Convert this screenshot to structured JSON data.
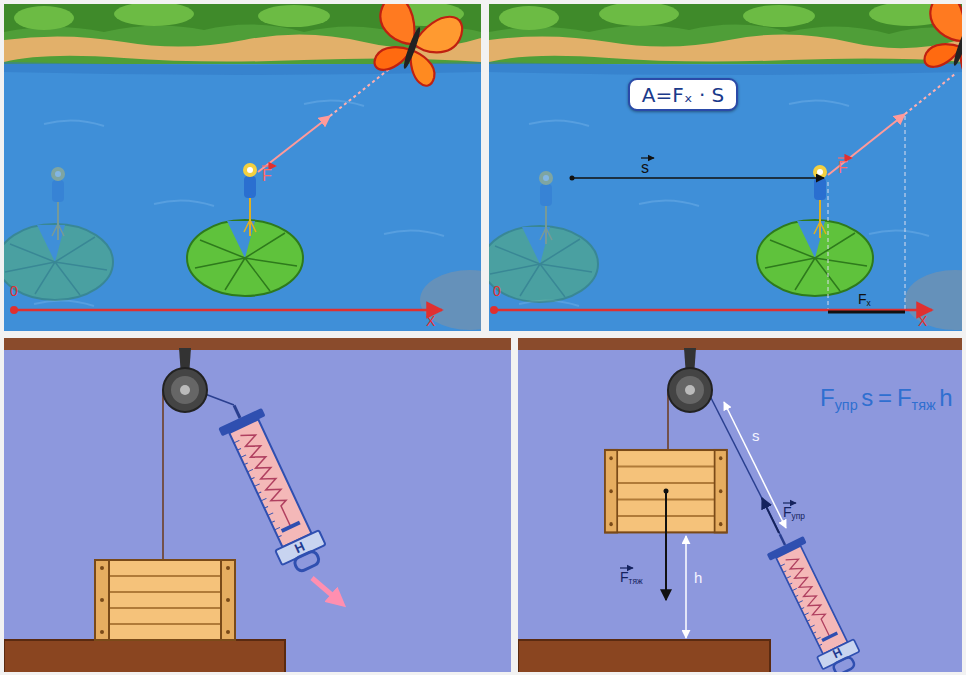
{
  "diagram": {
    "nodes": [
      {
        "text": [
          "A=Fₓ · S"
        ]
      }
    ],
    "labels": [
      "F",
      "0",
      "X",
      "s",
      "F",
      "F",
      "x",
      "0",
      "X",
      "H",
      "F",
      "упр",
      "s",
      "=",
      "F",
      "тяж",
      "h",
      "s",
      "F",
      "упр",
      "F",
      "тяж",
      "h",
      "H"
    ]
  }
}
